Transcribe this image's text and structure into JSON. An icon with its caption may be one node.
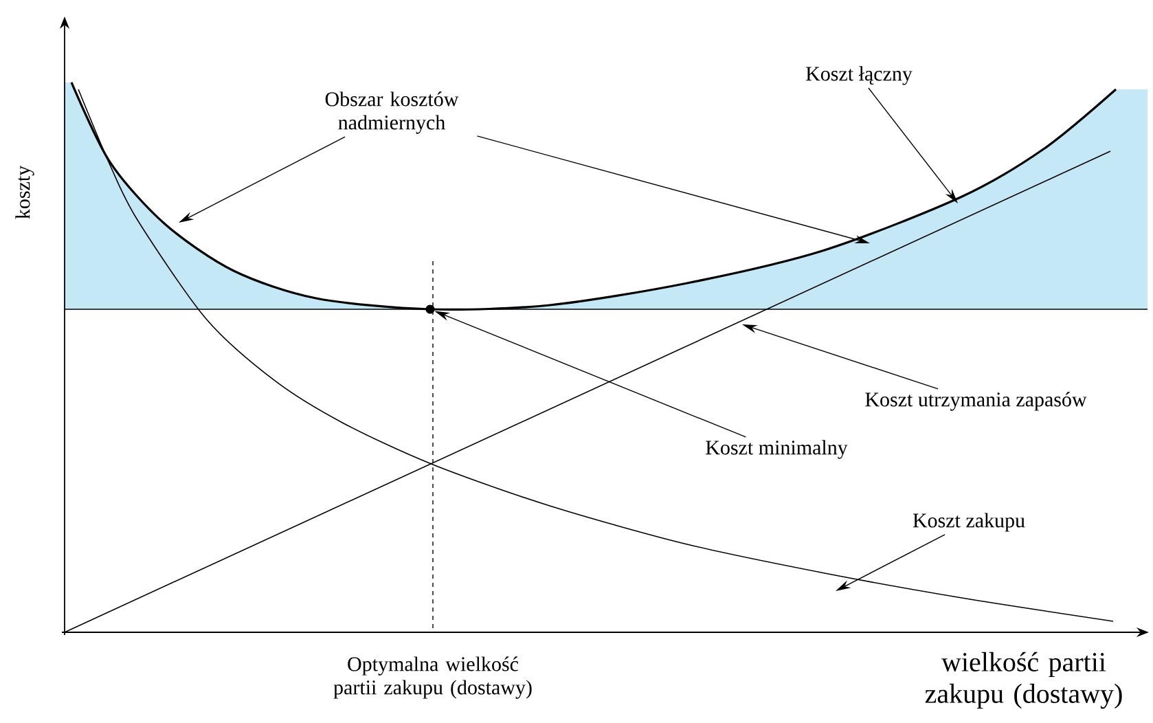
{
  "diagram": {
    "nodes": [
      {
        "text": [
          "Obszar kosztów nadmiernych"
        ]
      },
      {
        "text": [
          "Koszt łączny"
        ]
      },
      {
        "text": [
          "Koszt utrzymania zapasów"
        ]
      },
      {
        "text": [
          "Koszt minimalny"
        ]
      },
      {
        "text": [
          "Koszt zakupu"
        ]
      },
      {
        "text": [],
        "shape": "circle"
      }
    ],
    "edges": [
      {
        "from": 0,
        "to": null,
        "arrow": "to"
      },
      {
        "from": 0,
        "to": null,
        "arrow": "to"
      },
      {
        "from": 1,
        "to": null,
        "arrow": "to"
      },
      {
        "from": 2,
        "to": null,
        "arrow": "to"
      },
      {
        "from": 3,
        "to": 5,
        "arrow": "to"
      },
      {
        "from": 4,
        "to": null,
        "arrow": "to"
      }
    ],
    "labels": [
      "koszty",
      "Optymalna wielkość partii zakupu (dostawy)",
      "wielkość partii zakupu (dostawy)"
    ]
  }
}
